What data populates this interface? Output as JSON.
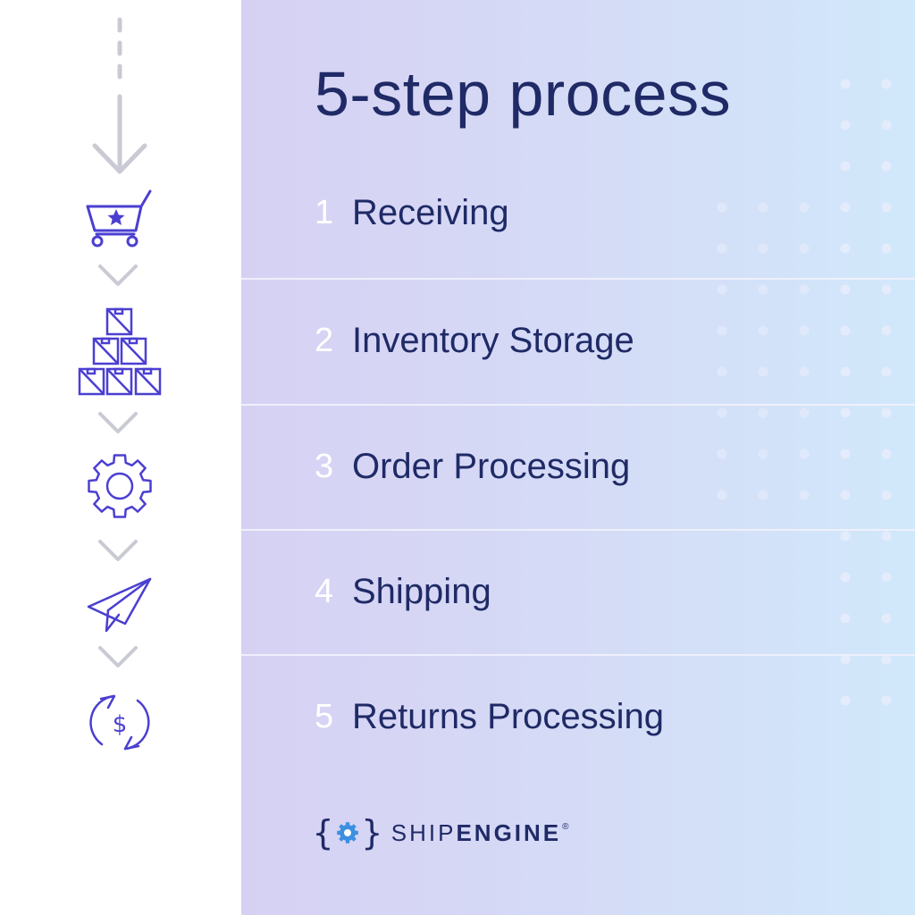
{
  "title": "5-step process",
  "steps": [
    {
      "number": "1",
      "label": "Receiving",
      "icon": "shopping-cart-icon"
    },
    {
      "number": "2",
      "label": "Inventory Storage",
      "icon": "stacked-boxes-icon"
    },
    {
      "number": "3",
      "label": "Order Processing",
      "icon": "gear-icon"
    },
    {
      "number": "4",
      "label": "Shipping",
      "icon": "paper-plane-icon"
    },
    {
      "number": "5",
      "label": "Returns Processing",
      "icon": "dollar-refresh-icon"
    }
  ],
  "logo": {
    "brace_open": "{",
    "brace_close": "}",
    "word_light": "SHIP",
    "word_bold": "ENGINE",
    "registered": "®"
  },
  "colors": {
    "navy": "#1f2a66",
    "icon_blue": "#4b3fd1",
    "arrow_gray": "#c9cad3",
    "logo_gear": "#3d8fe0",
    "panel_left": "#d6d1f3",
    "panel_right": "#d1e8fb"
  }
}
